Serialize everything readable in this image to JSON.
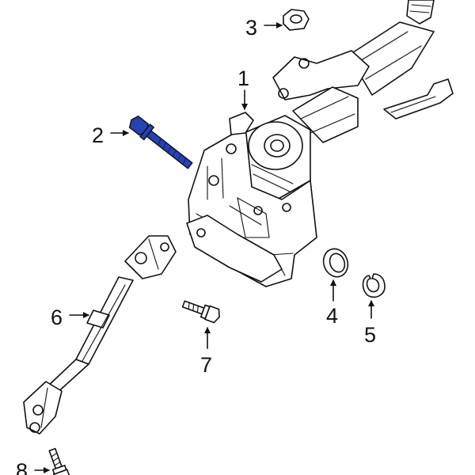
{
  "callouts": [
    {
      "id": "1",
      "label": "1"
    },
    {
      "id": "2",
      "label": "2"
    },
    {
      "id": "3",
      "label": "3"
    },
    {
      "id": "4",
      "label": "4"
    },
    {
      "id": "5",
      "label": "5"
    },
    {
      "id": "6",
      "label": "6"
    },
    {
      "id": "7",
      "label": "7"
    },
    {
      "id": "8",
      "label": "8"
    }
  ],
  "colors": {
    "line": "#111111",
    "highlight": "#2541b2",
    "background": "#ffffff"
  }
}
